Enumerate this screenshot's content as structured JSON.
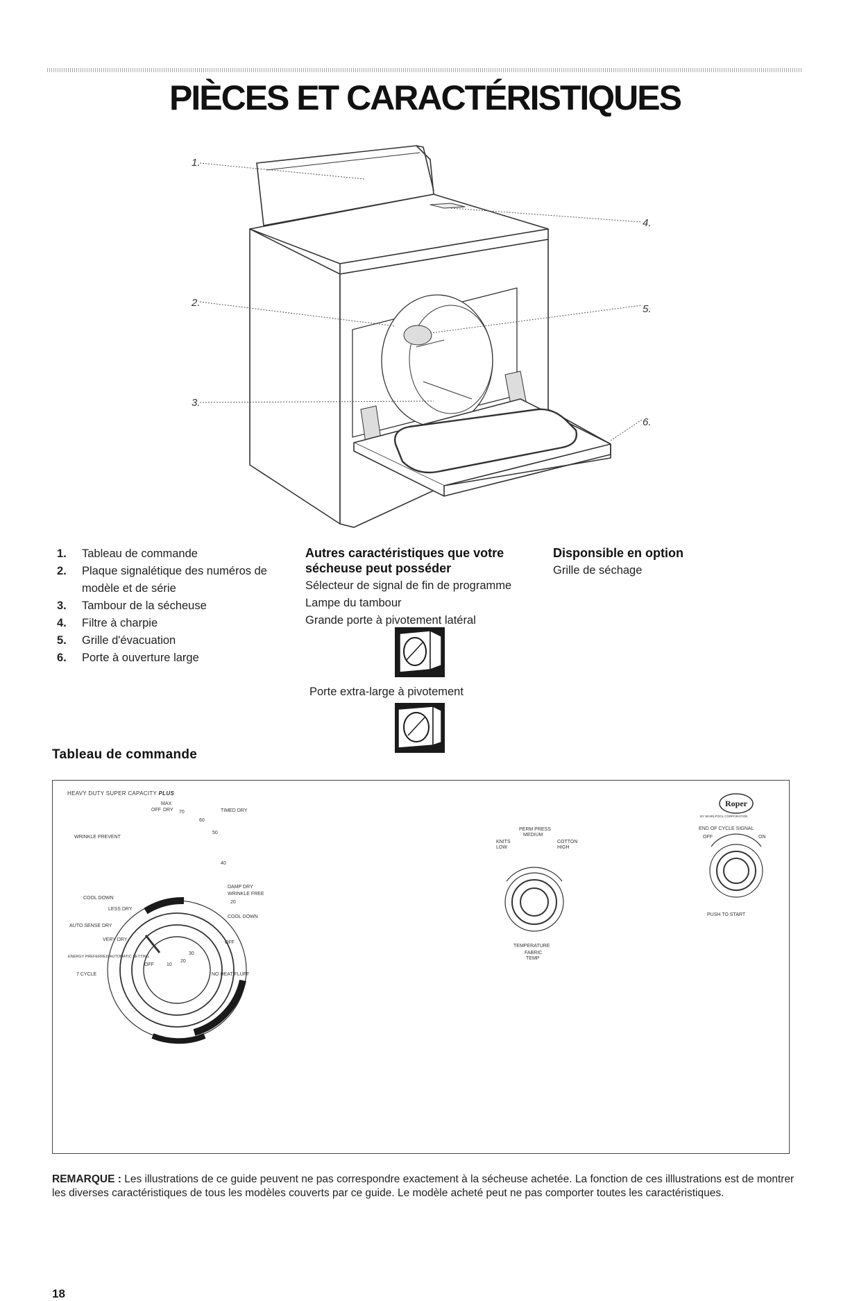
{
  "page": {
    "title": "PIÈCES ET CARACTÉRISTIQUES",
    "page_number": "18"
  },
  "callouts": [
    "1.",
    "2.",
    "3.",
    "4.",
    "5.",
    "6."
  ],
  "parts": [
    {
      "num": "1.",
      "label": "Tableau de commande"
    },
    {
      "num": "2.",
      "label": "Plaque signalétique des numéros de modèle et de série"
    },
    {
      "num": "3.",
      "label": "Tambour de la sécheuse"
    },
    {
      "num": "4.",
      "label": "Filtre à charpie"
    },
    {
      "num": "5.",
      "label": "Grille d'évacuation"
    },
    {
      "num": "6.",
      "label": "Porte à ouverture large"
    }
  ],
  "other_features": {
    "heading": "Autres caractéristiques que votre sécheuse peut posséder",
    "items": [
      "Sélecteur de signal de fin de programme",
      "Lampe du tambour",
      "Grande porte à pivotement latéral"
    ],
    "extra_door": "Porte extra-large à pivotement"
  },
  "optional": {
    "heading": "Disponsible en option",
    "item": "Grille de séchage"
  },
  "control_panel": {
    "heading": "Tableau de commande",
    "model_line_1": "HEAVY DUTY SUPER CAPACITY",
    "model_line_2": "PLUS",
    "cycle_dial": {
      "max": "MAX",
      "off_top": "OFF",
      "dry": "DRY",
      "n70": "70",
      "n60": "60",
      "n50": "50",
      "n40": "40",
      "timed_dry": "TIMED DRY",
      "wrinkle_prevent": "WRINKLE PREVENT",
      "damp_dry": "DAMP DRY",
      "wrinkle_free": "WRINKLE FREE",
      "n20": "20",
      "cool_down_left": "COOL DOWN",
      "cool_down_right": "COOL DOWN",
      "less_dry": "LESS DRY",
      "auto_sense_dry": "AUTO SENSE DRY",
      "very_dry": "VERY DRY",
      "off_right": "OFF",
      "energy_note": "ENERGY PREFERRED AUTOMATIC SETTING",
      "n30": "30",
      "n20b": "20",
      "n10": "10",
      "off_bottom": "OFF",
      "cycle_count": "7 CYCLE",
      "no_heat": "NO HEAT/FLUFF"
    },
    "temp_dial": {
      "perm_press": "PERM PRESS",
      "medium": "MEDIUM",
      "knits": "KNITS",
      "low": "LOW",
      "cotton": "COTTON",
      "high": "HIGH",
      "temperature": "TEMPERATURE",
      "fabric": "FABRIC",
      "temp": "TEMP"
    },
    "signal_dial": {
      "brand": "Roper",
      "brand_sub": "BY WHIRLPOOL CORPORATION",
      "end_of_cycle": "END OF CYCLE SIGNAL",
      "off": "OFF",
      "on": "ON",
      "push_to_start": "PUSH TO START"
    }
  },
  "remark": {
    "label": "REMARQUE :",
    "text": "Les illustrations de ce guide peuvent ne pas correspondre exactement à la sécheuse achetée. La fonction de ces illlustrations est de montrer les diverses caractéristiques de tous les modèles couverts par ce guide. Le modèle acheté peut ne pas comporter toutes les caractéristiques."
  }
}
